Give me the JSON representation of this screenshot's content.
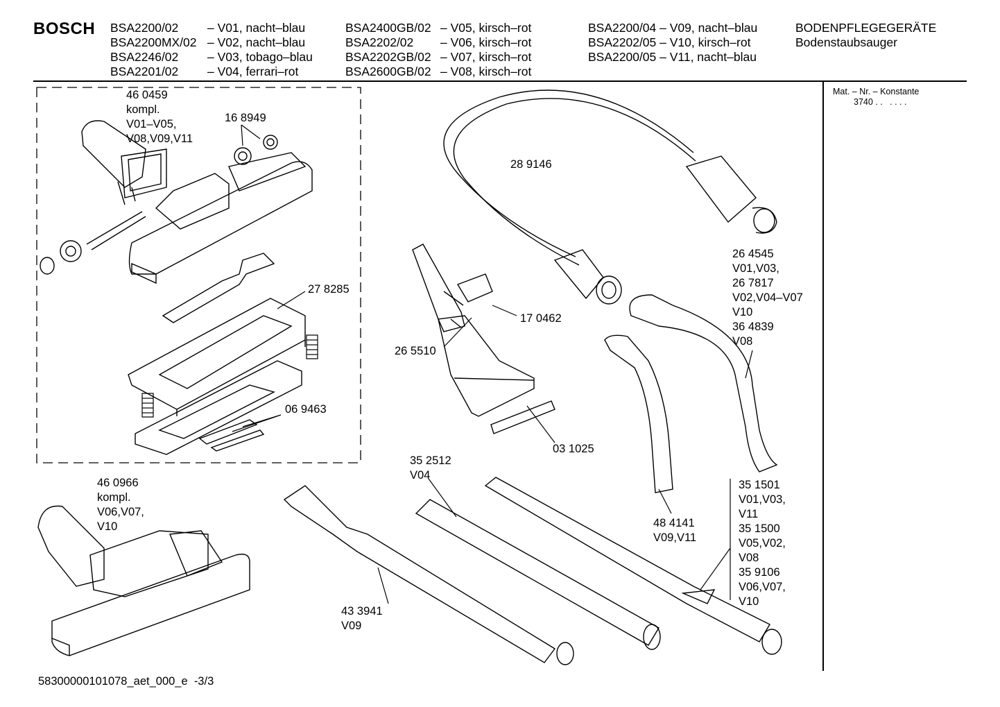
{
  "header": {
    "brand": "BOSCH",
    "models_col1": [
      {
        "model": "BSA2200/02",
        "variant": "– V01, nacht–blau"
      },
      {
        "model": "BSA2200MX/02",
        "variant": "– V02, nacht–blau"
      },
      {
        "model": "BSA2246/02",
        "variant": "– V03, tobago–blau"
      },
      {
        "model": "BSA2201/02",
        "variant": "– V04, ferrari–rot"
      }
    ],
    "models_col2": [
      {
        "model": "BSA2400GB/02",
        "variant": "– V05, kirsch–rot"
      },
      {
        "model": "BSA2202/02",
        "variant": "– V06, kirsch–rot"
      },
      {
        "model": "BSA2202GB/02",
        "variant": "– V07, kirsch–rot"
      },
      {
        "model": "BSA2600GB/02",
        "variant": "– V08, kirsch–rot"
      }
    ],
    "models_col3": [
      "BSA2200/04 – V09, nacht–blau",
      "BSA2202/05 – V10, kirsch–rot",
      "BSA2200/05 – V11, nacht–blau"
    ],
    "category": "BODENPFLEGEGERÄTE",
    "subcategory": "Bodenstaubsauger"
  },
  "sidebar": {
    "mat_nr_label": "Mat. – Nr. – Konstante",
    "mat_nr_value": "3740",
    "mat_nr_dots": ". .   . . . ."
  },
  "parts": {
    "p460459": [
      "46 0459",
      "kompl.",
      "V01–V05,",
      "V08,V09,V11"
    ],
    "p168949": [
      "16 8949"
    ],
    "p278285": [
      "27 8285"
    ],
    "p069463": [
      "06 9463"
    ],
    "p289146": [
      "28 9146"
    ],
    "p170462": [
      "17 0462"
    ],
    "p265510": [
      "26 5510"
    ],
    "p031025": [
      "03 1025"
    ],
    "p264545": [
      "26 4545",
      "V01,V03,",
      "26 7817",
      "V02,V04–V07",
      "V10",
      "36 4839",
      "V08"
    ],
    "p460966": [
      "46 0966",
      "kompl.",
      "V06,V07,",
      "V10"
    ],
    "p352512": [
      "35 2512",
      "V04"
    ],
    "p433941": [
      "43 3941",
      "V09"
    ],
    "p484141": [
      "48 4141",
      "V09,V11"
    ],
    "p351501": [
      "35 1501",
      "V01,V03,",
      "V11",
      "35 1500",
      "V05,V02,",
      "V08",
      "35 9106",
      "V06,V07,",
      "V10"
    ]
  },
  "footer": {
    "doc_id": "58300000101078_aet_000_e  -3/3"
  }
}
